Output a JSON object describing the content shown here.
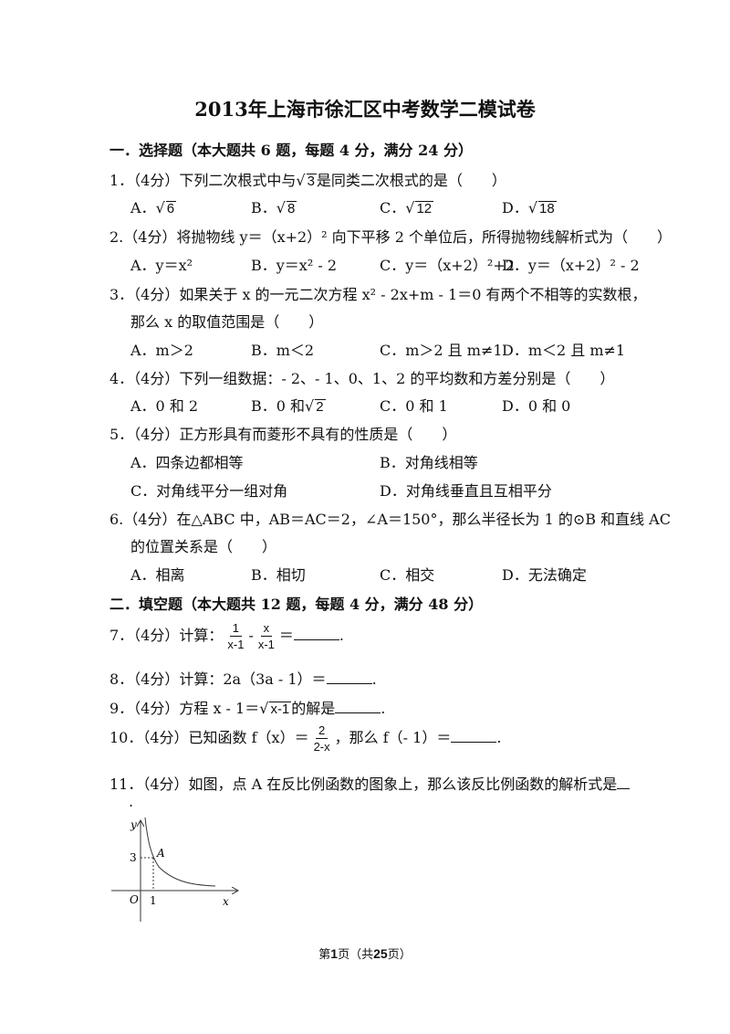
{
  "title": "2013年上海市徐汇区中考数学二模试卷",
  "section1": "一．选择题（本大题共 6 题，每题 4 分，满分 24 分）",
  "q1": {
    "text_a": "1．（4分）下列二次根式中与",
    "rad": "3",
    "text_b": "是同类二次根式的是（　　）",
    "options": [
      {
        "label": "A．",
        "rad": "6"
      },
      {
        "label": "B．",
        "rad": "8"
      },
      {
        "label": "C．",
        "rad": "12"
      },
      {
        "label": "D．",
        "rad": "18"
      }
    ]
  },
  "q2": {
    "text": "2.（4分）将抛物线 y＝（x+2）² 向下平移 2 个单位后，所得抛物线解析式为（　　）",
    "options": [
      "A．y＝x²",
      "B．y＝x² ‑ 2",
      "C．y＝（x+2）²+2",
      "D．y＝（x+2）² ‑ 2"
    ]
  },
  "q3": {
    "line1": "3．（4分）如果关于 x 的一元二次方程 x² ‑ 2x+m ‑ 1＝0 有两个不相等的实数根，",
    "line2": "那么 x 的取值范围是（　　）",
    "options": [
      "A．m＞2",
      "B．m＜2",
      "C．m＞2 且 m≠1",
      "D．m＜2 且 m≠1"
    ]
  },
  "q4": {
    "text": "4．（4分）下列一组数据：‑ 2、‑ 1、0、1、2 的平均数和方差分别是（　　）",
    "options": [
      {
        "text": "A．0 和 2",
        "rad": ""
      },
      {
        "text": "B．0 和",
        "rad": "2"
      },
      {
        "text": "C．0 和 1",
        "rad": ""
      },
      {
        "text": "D．0 和 0",
        "rad": ""
      }
    ]
  },
  "q5": {
    "text": "5．（4分）正方形具有而菱形不具有的性质是（　　）",
    "options": [
      "A．四条边都相等",
      "B．对角线相等",
      "C．对角线平分一组对角",
      "D．对角线垂直且互相平分"
    ]
  },
  "q6": {
    "line1": "6.（4分）在△ABC 中，AB＝AC＝2，∠A＝150°，那么半径长为 1 的⊙B 和直线 AC",
    "line2": "的位置关系是（　　）",
    "options": [
      "A．相离",
      "B．相切",
      "C．相交",
      "D．无法确定"
    ]
  },
  "section2": "二．填空题（本大题共 12 题，每题 4 分，满分 48 分）",
  "q7": {
    "prefix": "7．（4分）计算：",
    "f1_num": "1",
    "f1_den": "x‑1",
    "minus": "‑",
    "f2_num": "x",
    "f2_den": "x‑1",
    "eq": "＝",
    "end": "."
  },
  "q8": {
    "prefix": "8．（4分）计算：2a（3a ‑ 1）＝",
    "end": "."
  },
  "q9": {
    "prefix": "9．（4分）方程 x ‑ 1＝",
    "rad": "x‑1",
    "suffix": "的解是",
    "end": "."
  },
  "q10": {
    "prefix": "10．（4分）已知函数 f（x）＝",
    "num": "2",
    "den": "2‑x",
    "mid": "，那么 f（‑ 1）＝",
    "end": "."
  },
  "q11": {
    "text": "11．（4分）如图，点 A 在反比例函数的图象上，那么该反比例函数的解析式是",
    "end": "."
  },
  "graph": {
    "y_label": "y",
    "x_label": "x",
    "origin": "O",
    "tick_y": "3",
    "tick_x": "1",
    "point": "A"
  },
  "footer": {
    "prefix": "第",
    "page": "1",
    "mid": "页（共",
    "total": "25",
    "suffix": "页）"
  }
}
